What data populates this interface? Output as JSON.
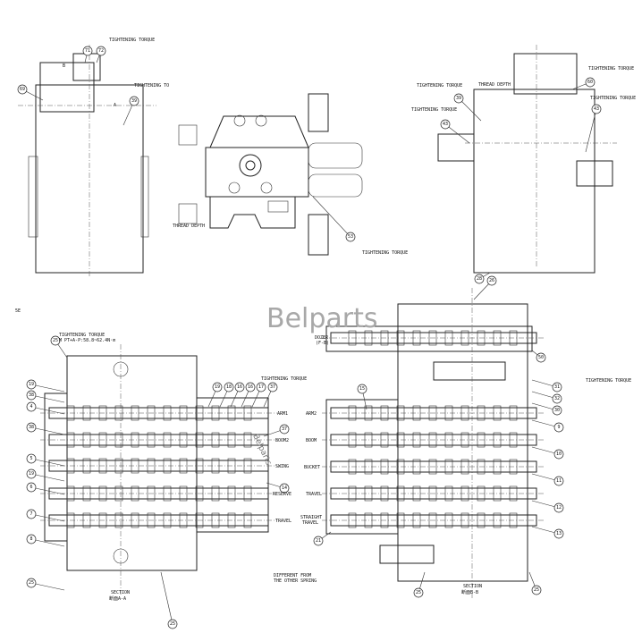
{
  "watermark": "Belparts",
  "watermark_diagonal": "Belparts",
  "corner_mark": "5E",
  "top_left_view": {
    "notes": [
      "TIGHTENING TORQUE",
      "TIGHTENING TO"
    ],
    "arrows": [
      "B",
      "A"
    ],
    "callouts": [
      "71",
      "72",
      "69",
      "39"
    ]
  },
  "top_middle_view": {
    "notes": [
      "THREAD DEPTH",
      "TIGHTENING TORQUE"
    ],
    "callouts": [
      "53"
    ]
  },
  "top_right_view": {
    "notes": [
      "TIGHTENING TORQUE",
      "TIGHTENING TORQUE",
      "THREAD DEPTH",
      "TIGHTENING TORQUE",
      "TIGHTENING TORQUE"
    ],
    "callouts": [
      "60",
      "39",
      "43",
      "43",
      "28"
    ]
  },
  "section_a": {
    "title": "SECTION",
    "subtitle": "断面A-A",
    "torque_note": "TIGHTENING TORQUE",
    "torque_value": "M PT+A-P:58.8~62.4N·m",
    "right_note": "TIGHTENING TORQUE",
    "spools": [
      "ARM1",
      "BOOM2",
      "SWING",
      "RESERVE",
      "TRAVEL"
    ],
    "callouts_left": [
      "19",
      "38",
      "4",
      "38",
      "5",
      "19",
      "6",
      "7",
      "8",
      "25"
    ],
    "callouts_top": [
      "25",
      "19",
      "18",
      "16",
      "16",
      "17",
      "37"
    ],
    "callouts_right": [
      "37",
      "14"
    ],
    "callouts_bottom": [
      "25"
    ]
  },
  "section_b": {
    "title": "SECTION",
    "subtitle": "断面B-B",
    "dozer_label": "DOZER",
    "dozer_sub": "(F-B)",
    "torque_note": "TIGHTENING TORQUE",
    "spring_note_1": "DIFFERENT FROM",
    "spring_note_2": "THE OTHER SPRING",
    "spools": [
      "ARM2",
      "BOOM",
      "BUCKET",
      "TRAVEL",
      "STRAIGHT",
      "TRAVEL"
    ],
    "callouts_right": [
      "50",
      "31",
      "32",
      "30",
      "9",
      "10",
      "11",
      "12",
      "13"
    ],
    "callouts_other": [
      "26",
      "15",
      "21",
      "25",
      "25"
    ]
  }
}
